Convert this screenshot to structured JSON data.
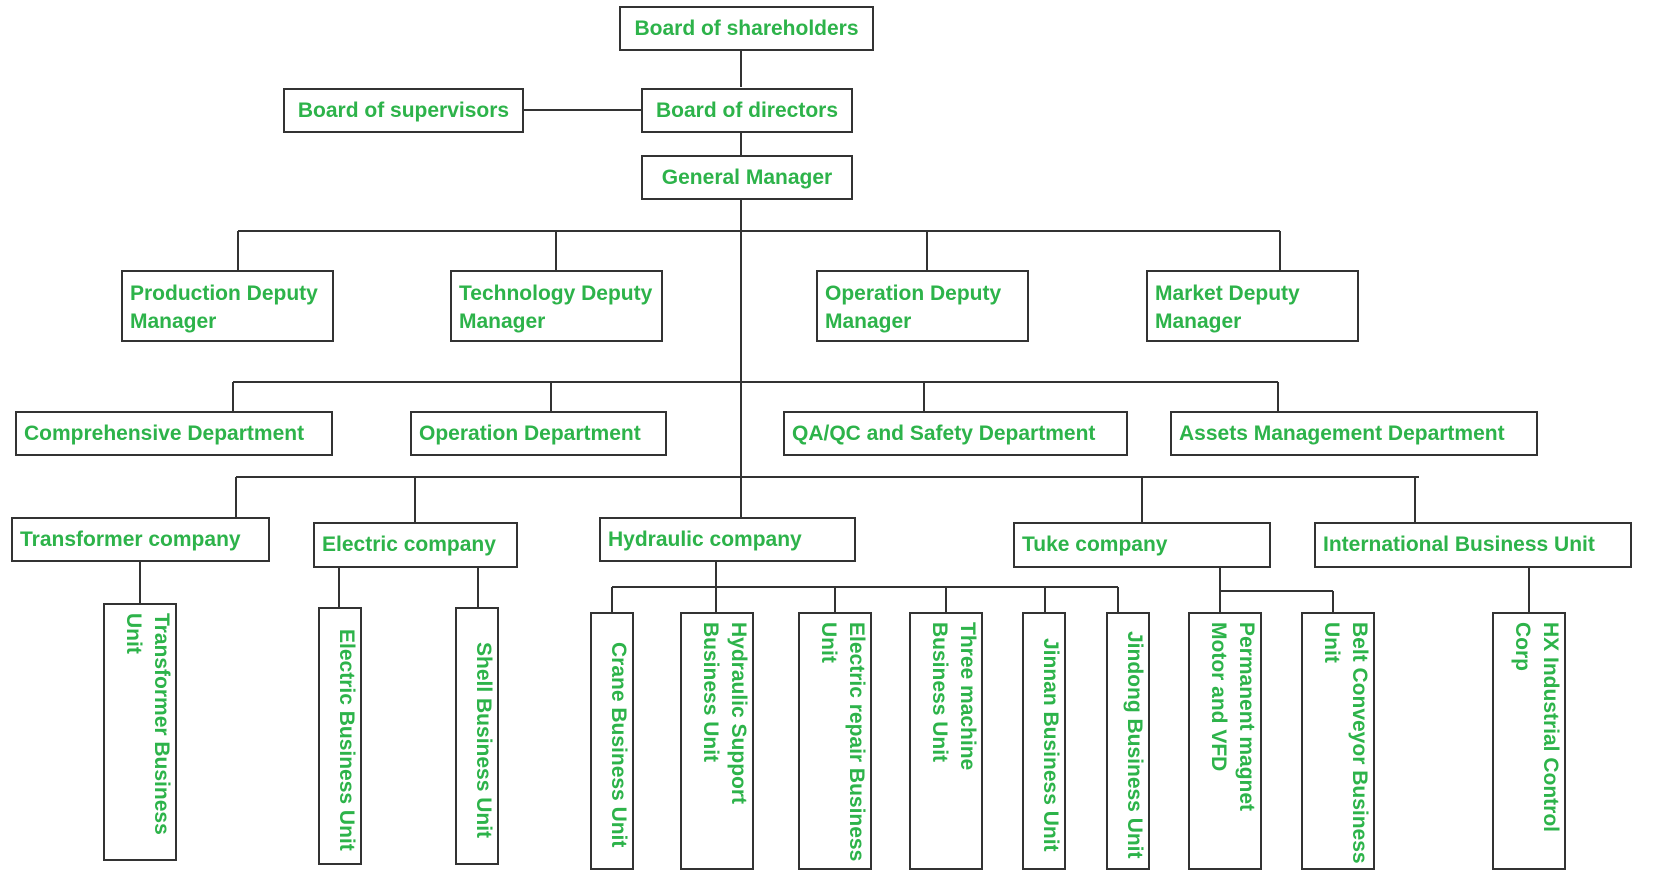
{
  "org": {
    "shareholders": "Board of shareholders",
    "directors": "Board of directors",
    "supervisors": "Board of supervisors",
    "gm": "General Manager",
    "deputies": [
      "Production Deputy Manager",
      "Technology Deputy Manager",
      "Operation Deputy Manager",
      "Market Deputy Manager"
    ],
    "departments": [
      "Comprehensive Department",
      "Operation Department",
      "QA/QC and Safety Department",
      "Assets Management Department"
    ],
    "companies": [
      "Transformer company",
      "Electric company",
      "Hydraulic company",
      "Tuke company",
      "International Business Unit"
    ],
    "units": [
      "Transformer Business Unit",
      "Electric Business Unit",
      "Shell Business Unit",
      "Crane Business Unit",
      "Hydraulic Support Business Unit",
      "Electric repair Business Unit",
      "Three machine Business Unit",
      "Jinnan Business Unit",
      "Jindong Business Unit",
      "Permanent magnet Motor and VFD",
      "Belt Conveyor Business Unit",
      "HX Industrial Control Corp"
    ]
  },
  "colors": {
    "text": "#2db34a",
    "line": "#333333"
  }
}
